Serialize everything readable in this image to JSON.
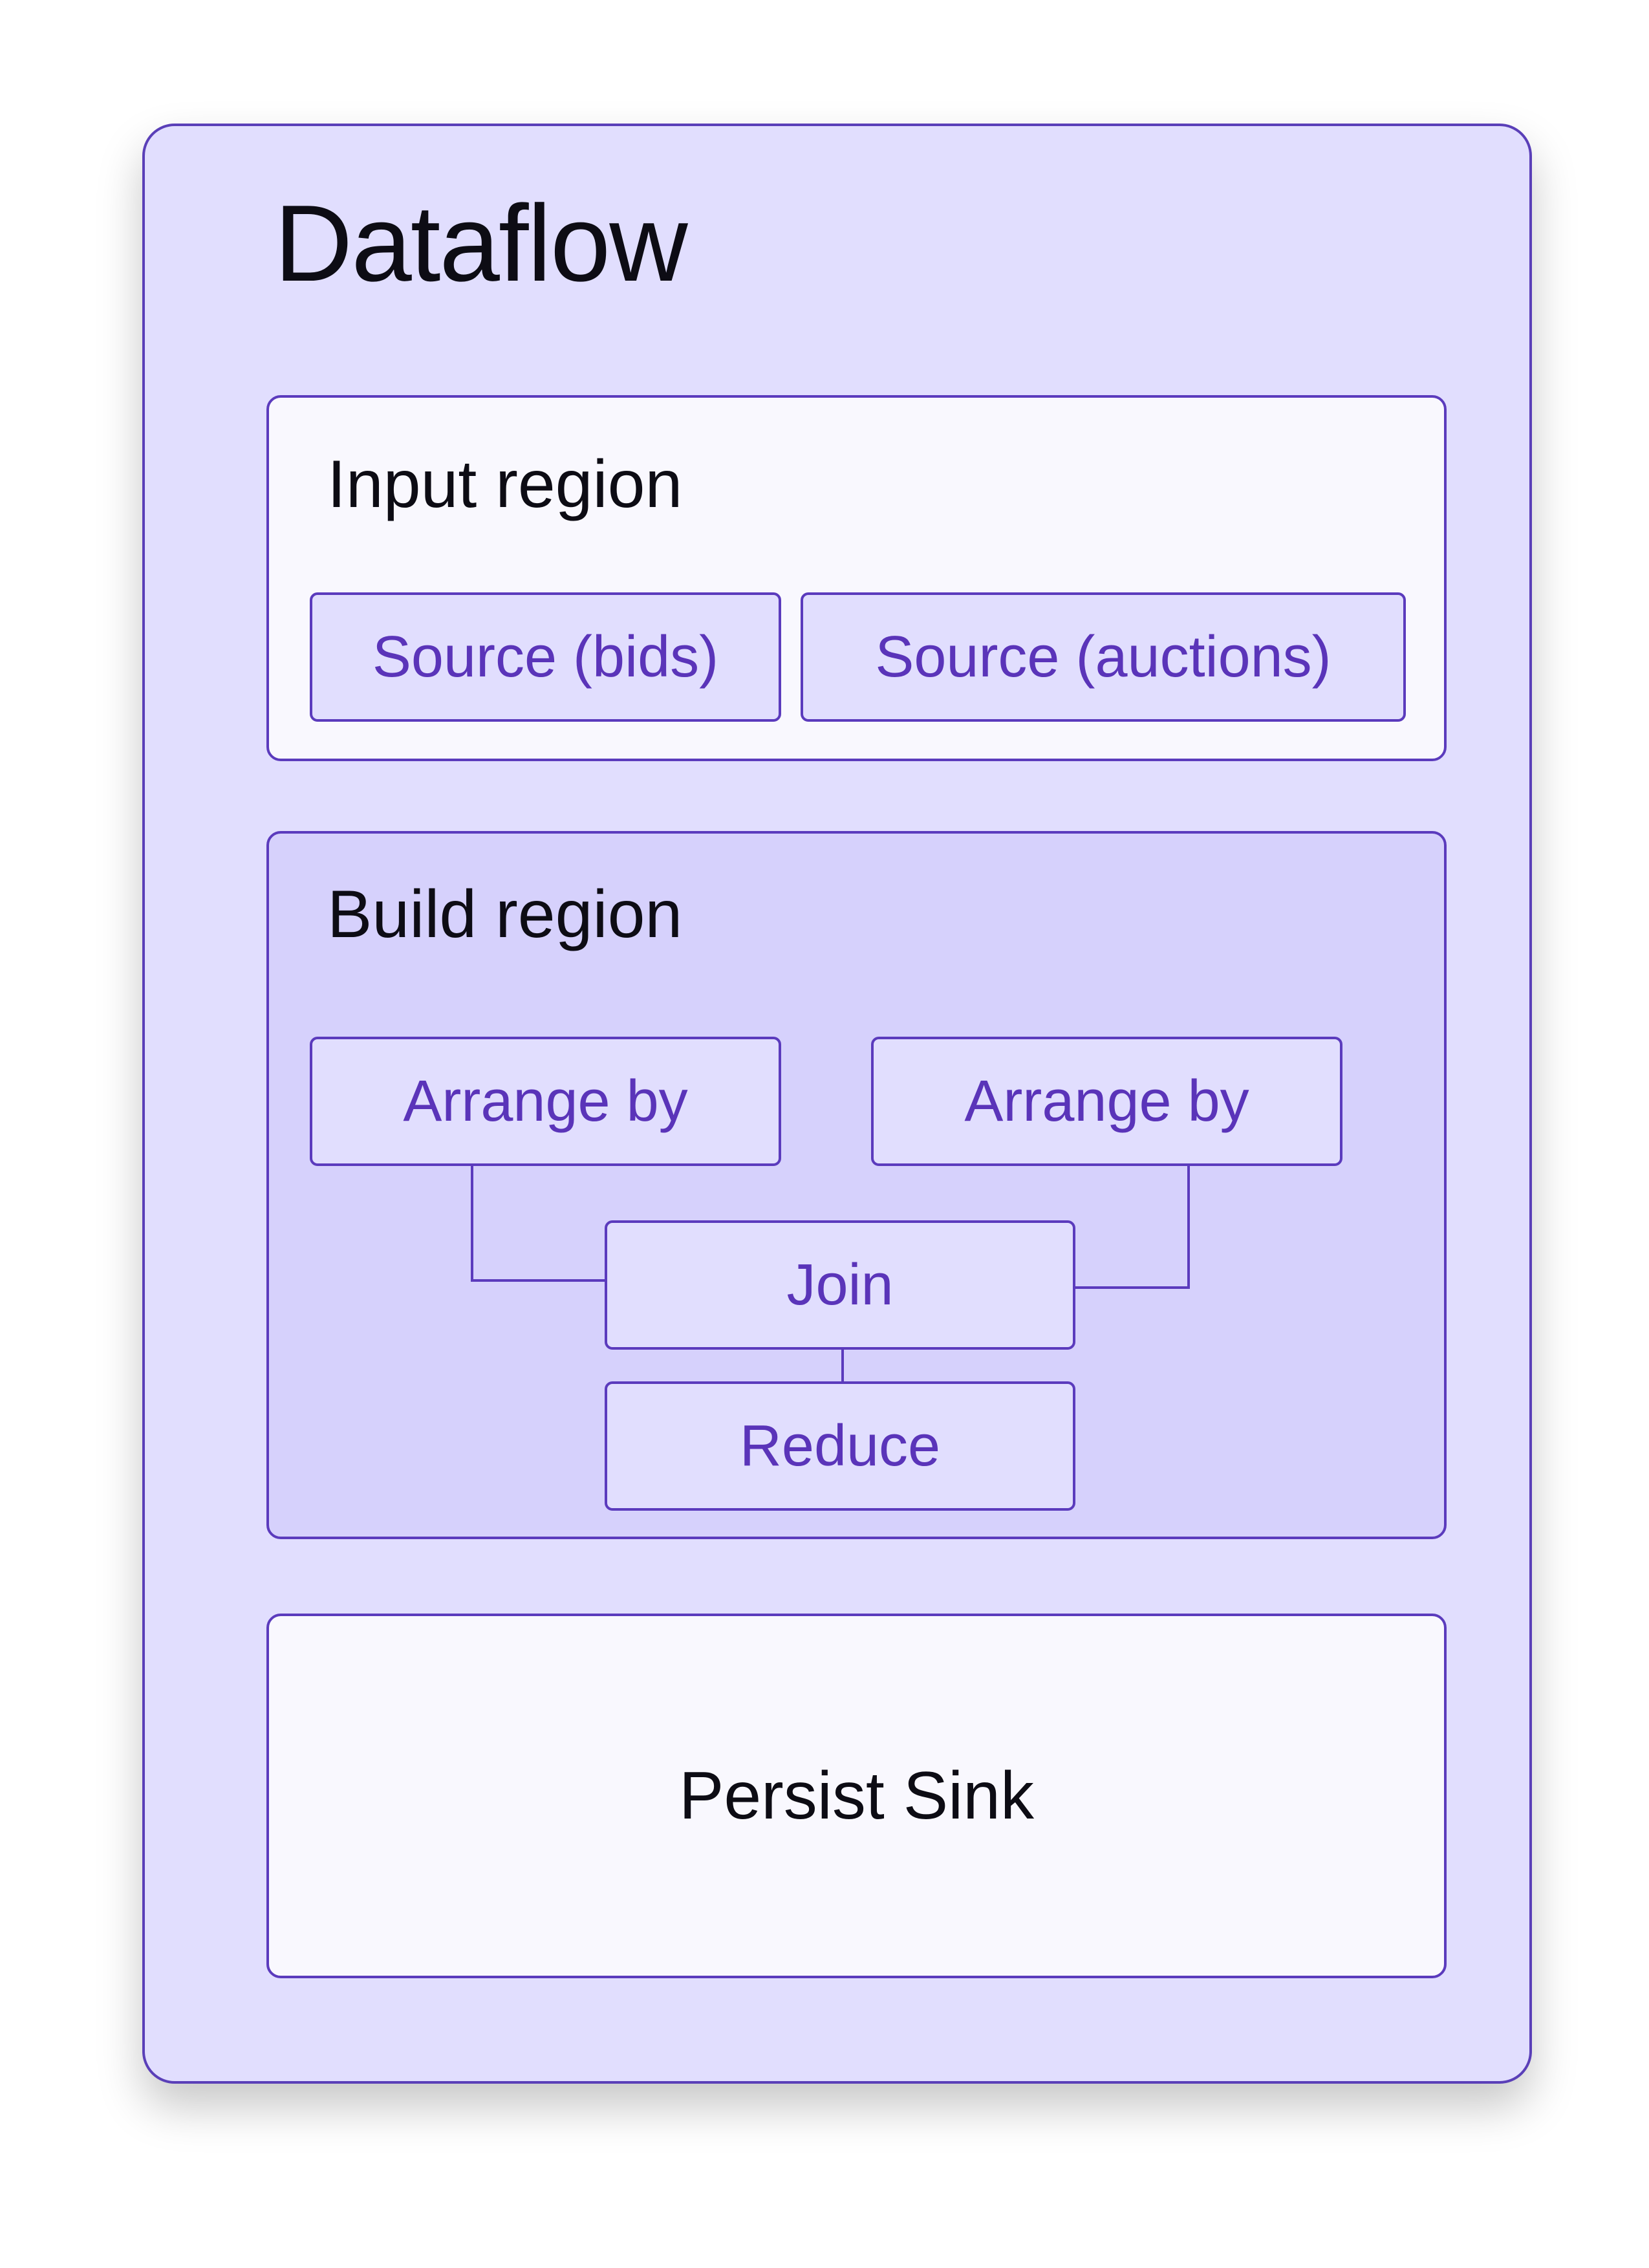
{
  "diagram": {
    "title": "Dataflow",
    "input_region": {
      "title": "Input region",
      "sources": [
        "Source (bids)",
        "Source (auctions)"
      ]
    },
    "build_region": {
      "title": "Build region",
      "arrange_left": "Arrange by",
      "arrange_right": "Arrange by",
      "join": "Join",
      "reduce": "Reduce"
    },
    "sink": {
      "label": "Persist Sink"
    }
  },
  "colors": {
    "outer_fill": "#e1defe",
    "build_fill": "#d6d1fc",
    "panel_fill": "#f9f8fe",
    "border": "#5b3bbd",
    "node_text": "#5a34b9"
  }
}
